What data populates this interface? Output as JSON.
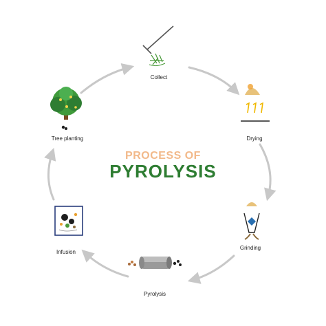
{
  "title": {
    "line1": "PROCESS OF",
    "line2": "PYROLYSIS"
  },
  "steps": [
    {
      "label": "Collect",
      "icon": "rake-icon"
    },
    {
      "label": "Drying",
      "icon": "drying-icon"
    },
    {
      "label": "Grinding",
      "icon": "grinder-icon"
    },
    {
      "label": "Pyrolysis",
      "icon": "pyrolysis-kiln-icon"
    },
    {
      "label": "Infusion",
      "icon": "infusion-container-icon"
    },
    {
      "label": "Tree planting",
      "icon": "tree-icon"
    }
  ],
  "colors": {
    "title_line1": "#f2b98a",
    "title_line2": "#2e7d32",
    "arrow": "#c8c8c8",
    "leaf_green": "#3f9a3a",
    "straw": "#e8c27a",
    "charcoal": "#1e1e1e",
    "frame_blue": "#2a3d7c"
  }
}
